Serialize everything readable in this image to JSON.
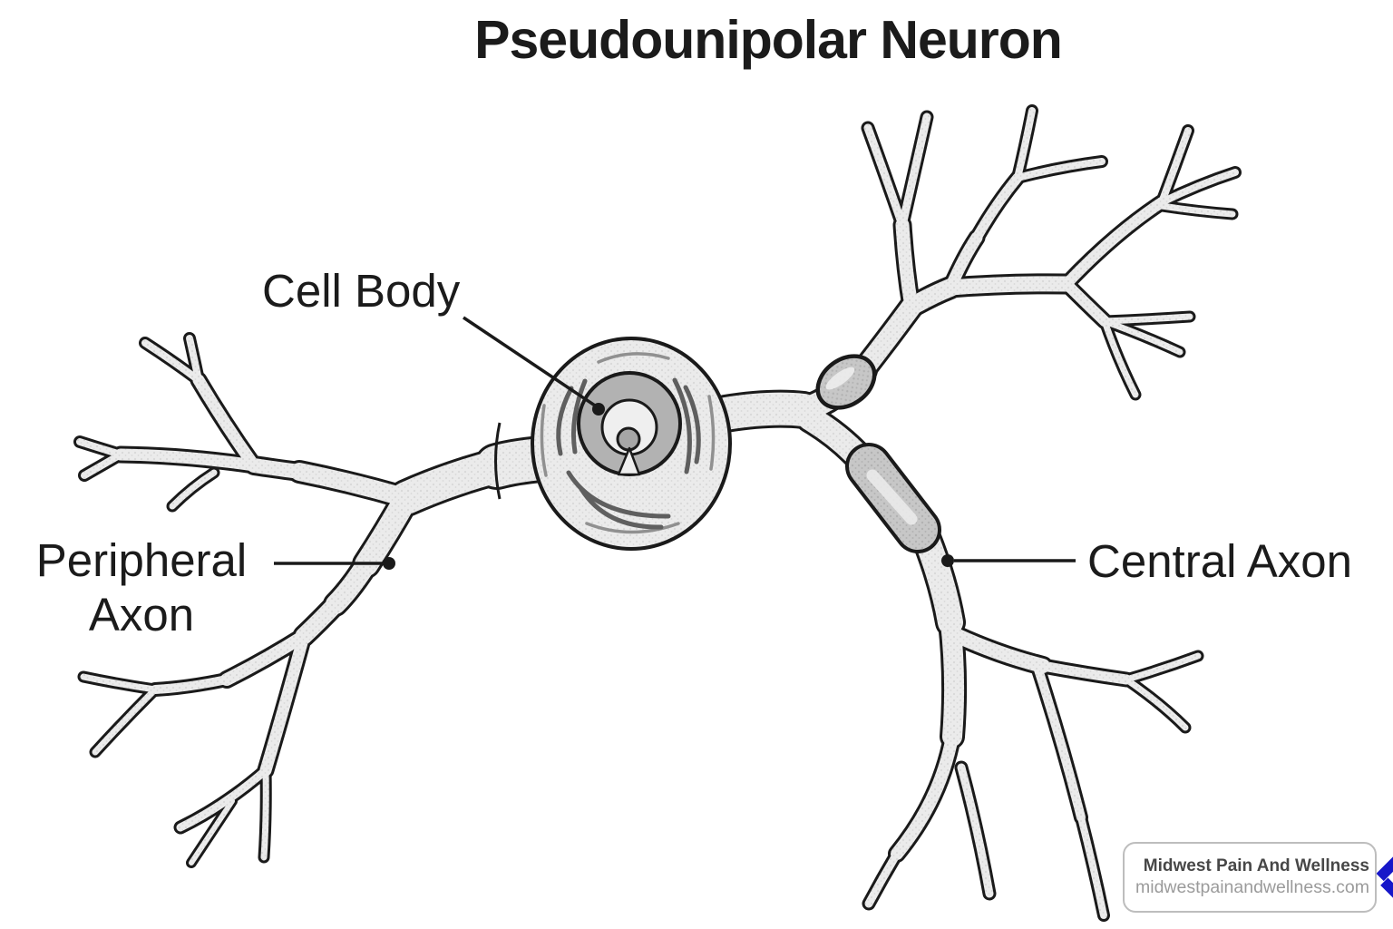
{
  "title": "Pseudounipolar Neuron",
  "labels": {
    "cell_body": {
      "label": "Cell Body"
    },
    "peripheral_axon": {
      "label": "Peripheral Axon",
      "lines": [
        "Peripheral",
        "Axon"
      ]
    },
    "central_axon": {
      "label": "Central Axon"
    }
  },
  "watermark": {
    "name": "Midwest Pain And Wellness",
    "website": "midwestpainandwellness.com",
    "logo_icon": "blue-diamond-pinwheel-icon"
  },
  "diagram": {
    "type": "labeled-illustration",
    "subject": "Pseudounipolar sensory neuron with cell body, peripheral axon and central axon",
    "parts": [
      "Cell Body",
      "Peripheral Axon",
      "Central Axon"
    ]
  },
  "colors": {
    "ink": "#1a1a1a",
    "cell_fill": "#ebebeb",
    "myelin_fill": "#c7c7c7",
    "nucleus_fill": "#b2b2b2",
    "logo_blue": "#1717c9",
    "background": "#ffffff",
    "label_text": "#1b1b1b",
    "watermark_name": "#474747",
    "watermark_site": "#9b9b9b",
    "card_border": "#bdbdbd"
  }
}
